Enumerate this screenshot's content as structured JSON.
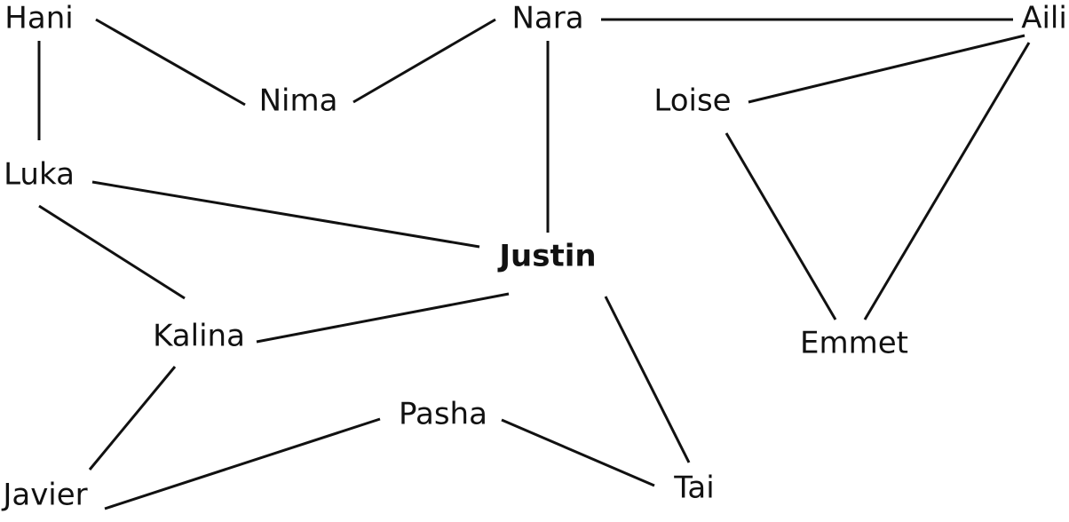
{
  "diagram": {
    "type": "network",
    "nodes": [
      {
        "id": "hani",
        "label": "Hani"
      },
      {
        "id": "nara",
        "label": "Nara"
      },
      {
        "id": "aili",
        "label": "Aili"
      },
      {
        "id": "nima",
        "label": "Nima"
      },
      {
        "id": "loise",
        "label": "Loise"
      },
      {
        "id": "luka",
        "label": "Luka"
      },
      {
        "id": "justin",
        "label": "Justin",
        "emphasis": "bold"
      },
      {
        "id": "kalina",
        "label": "Kalina"
      },
      {
        "id": "emmet",
        "label": "Emmet"
      },
      {
        "id": "pasha",
        "label": "Pasha"
      },
      {
        "id": "tai",
        "label": "Tai"
      },
      {
        "id": "javier",
        "label": "Javier"
      }
    ],
    "edges": [
      {
        "source": "hani",
        "target": "nima"
      },
      {
        "source": "hani",
        "target": "luka"
      },
      {
        "source": "nima",
        "target": "nara"
      },
      {
        "source": "nara",
        "target": "aili"
      },
      {
        "source": "nara",
        "target": "justin"
      },
      {
        "source": "aili",
        "target": "loise"
      },
      {
        "source": "aili",
        "target": "emmet"
      },
      {
        "source": "loise",
        "target": "emmet"
      },
      {
        "source": "luka",
        "target": "justin"
      },
      {
        "source": "luka",
        "target": "kalina"
      },
      {
        "source": "justin",
        "target": "kalina"
      },
      {
        "source": "justin",
        "target": "tai"
      },
      {
        "source": "kalina",
        "target": "javier"
      },
      {
        "source": "javier",
        "target": "pasha"
      },
      {
        "source": "pasha",
        "target": "tai"
      }
    ],
    "colors": {
      "line": "#111111",
      "text": "#111111",
      "background": "#ffffff"
    }
  }
}
